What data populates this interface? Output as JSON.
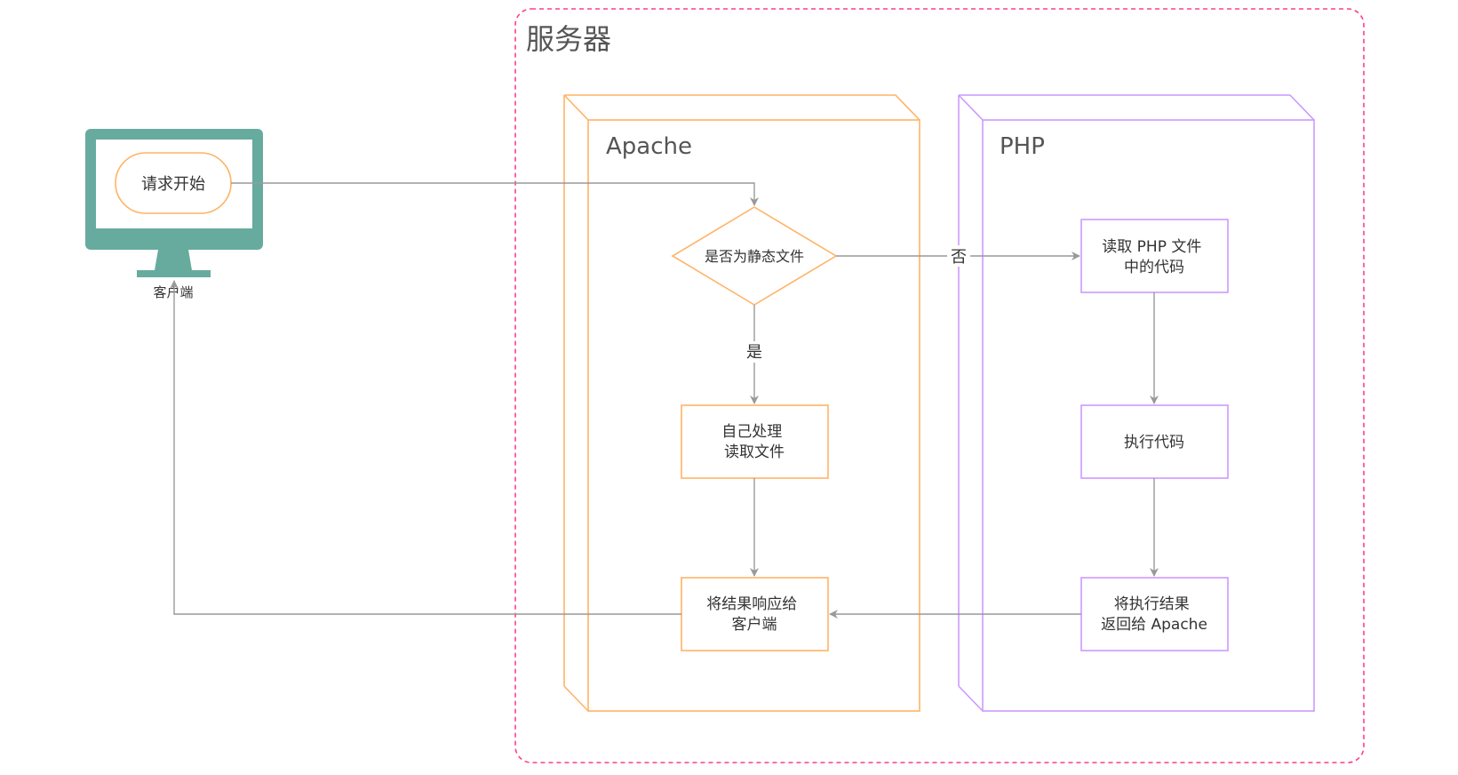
{
  "server": {
    "title": "服务器"
  },
  "client": {
    "label": "客户端",
    "start": "请求开始"
  },
  "apache": {
    "title": "Apache",
    "decision": "是否为静态文件",
    "yes_label": "是",
    "no_label": "否",
    "self_process": [
      "自己处理",
      "读取文件"
    ],
    "respond": [
      "将结果响应给",
      "客户端"
    ]
  },
  "php": {
    "title": "PHP",
    "read_code": [
      "读取 PHP 文件",
      "中的代码"
    ],
    "execute": "执行代码",
    "return_result": [
      "将执行结果",
      "返回给 Apache"
    ]
  },
  "colors": {
    "server_border": "#ff3d8b",
    "apache": "#ffb366",
    "php": "#cc99ff",
    "monitor": "#67ab9f",
    "arrow": "#999999",
    "text": "#333333",
    "title": "#555555"
  }
}
